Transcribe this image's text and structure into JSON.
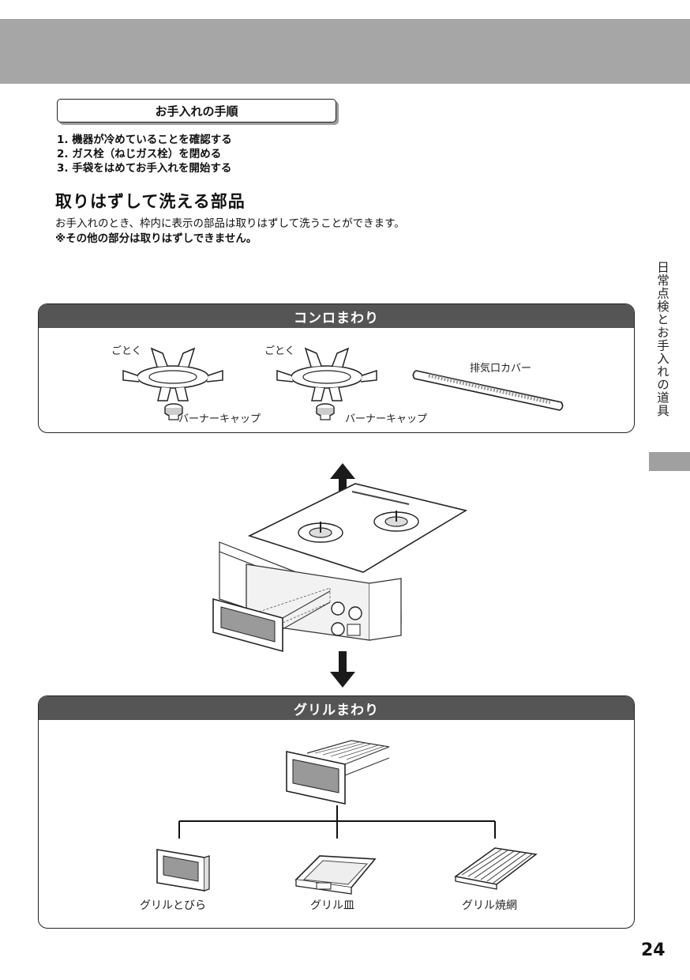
{
  "procedure": {
    "title": "お手入れの手順",
    "steps": [
      "1. 機器が冷めていることを確認する",
      "2. ガス栓（ねじガス栓）を閉める",
      "3. 手袋をはめてお手入れを開始する"
    ]
  },
  "removable": {
    "heading": "取りはずして洗える部品",
    "description": "お手入れのとき、枠内に表示の部品は取りはずして洗うことができます。",
    "note": "※その他の部分は取りはずしできません。"
  },
  "side_tab": {
    "label": "日常点検とお手入れの道具"
  },
  "konro": {
    "title": "コンロまわり",
    "gotoku_1": "ごとく",
    "gotoku_2": "ごとく",
    "burner_cap_1": "バーナーキャップ",
    "burner_cap_2": "バーナーキャップ",
    "exhaust_cover": "排気口カバー"
  },
  "grill": {
    "title": "グリルまわり",
    "door": "グリルとびら",
    "pan": "グリル皿",
    "grate": "グリル焼網"
  },
  "page_number": "24"
}
